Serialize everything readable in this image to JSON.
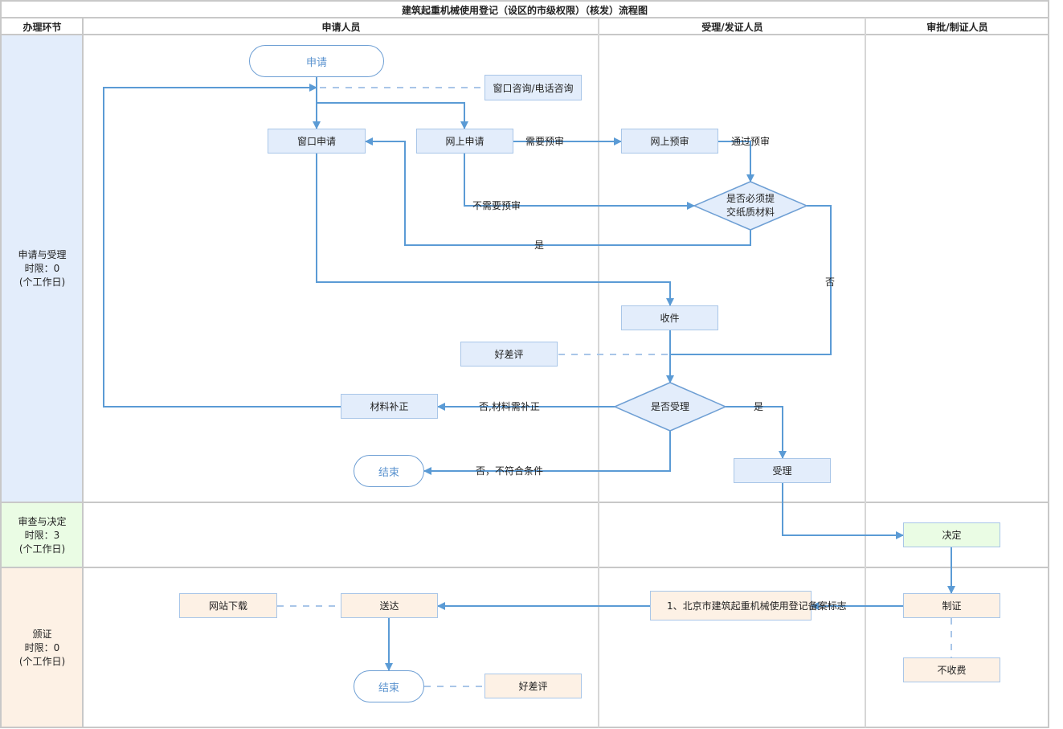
{
  "title": "建筑起重机械使用登记（设区的市级权限）（核发）流程图",
  "columns": {
    "stage": "办理环节",
    "applicant": "申请人员",
    "acceptor": "受理/发证人员",
    "approver": "审批/制证人员"
  },
  "phases": [
    {
      "name": "申请与受理",
      "limit": "时限：0",
      "unit": "(个工作日)",
      "color": "#e3edfb"
    },
    {
      "name": "审查与决定",
      "limit": "时限：3",
      "unit": "(个工作日)",
      "color": "#eafce4"
    },
    {
      "name": "颁证",
      "limit": "时限：0",
      "unit": "(个工作日)",
      "color": "#fdf1e5"
    }
  ],
  "nodes": {
    "start": "申请",
    "consult": "窗口咨询/电话咨询",
    "window_apply": "窗口申请",
    "online_apply": "网上申请",
    "online_precheck": "网上预审",
    "paper_decision": "是否必须提\n交纸质材料",
    "receive": "收件",
    "rating1": "好差评",
    "accept_decision": "是否受理",
    "supplement": "材料补正",
    "end1": "结束",
    "accept": "受理",
    "decide": "决定",
    "make_cert": "制证",
    "no_fee": "不收费",
    "cert_output": "1、北京市建筑起重机械使用登记备案标志",
    "deliver": "送达",
    "web_download": "网站下载",
    "end2": "结束",
    "rating2": "好差评"
  },
  "edge_labels": {
    "need_precheck": "需要预审",
    "pass_precheck": "通过预审",
    "no_precheck": "不需要预审",
    "yes_paper": "是",
    "no_paper": "否",
    "no_supplement": "否,材料需补正",
    "yes_accept": "是",
    "no_reject": "否，不符合条件"
  },
  "colors": {
    "line": "#5b9bd5",
    "dash": "#a9c6e8",
    "grid": "#d0d0d0",
    "terminal_text": "#5b93cf"
  }
}
